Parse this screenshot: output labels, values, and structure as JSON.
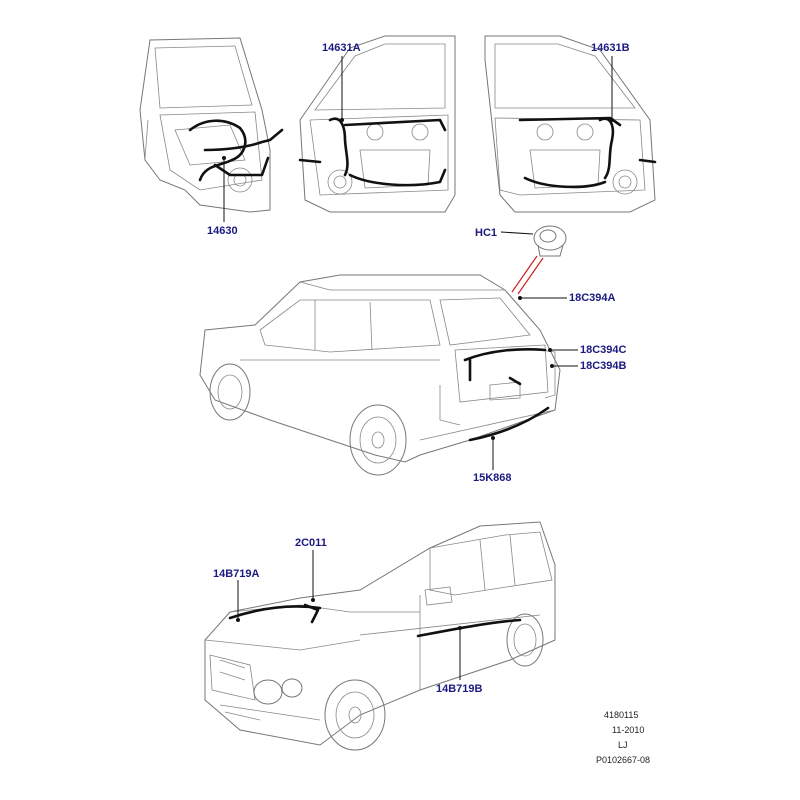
{
  "callouts": {
    "rear_door_harness": "14630",
    "front_door_harness_lh": "14631A",
    "front_door_harness_rh": "14631B",
    "connector": "HC1",
    "tailgate_harness_a": "18C394A",
    "tailgate_harness_c": "18C394C",
    "tailgate_harness_b": "18C394B",
    "rear_bumper_harness": "15K868",
    "bonnet_switch": "2C011",
    "body_harness_a": "14B719A",
    "body_harness_b": "14B719B"
  },
  "footer": {
    "code": "4180115",
    "date": "11-2010",
    "initials": "LJ",
    "ref": "P0102667-08"
  }
}
